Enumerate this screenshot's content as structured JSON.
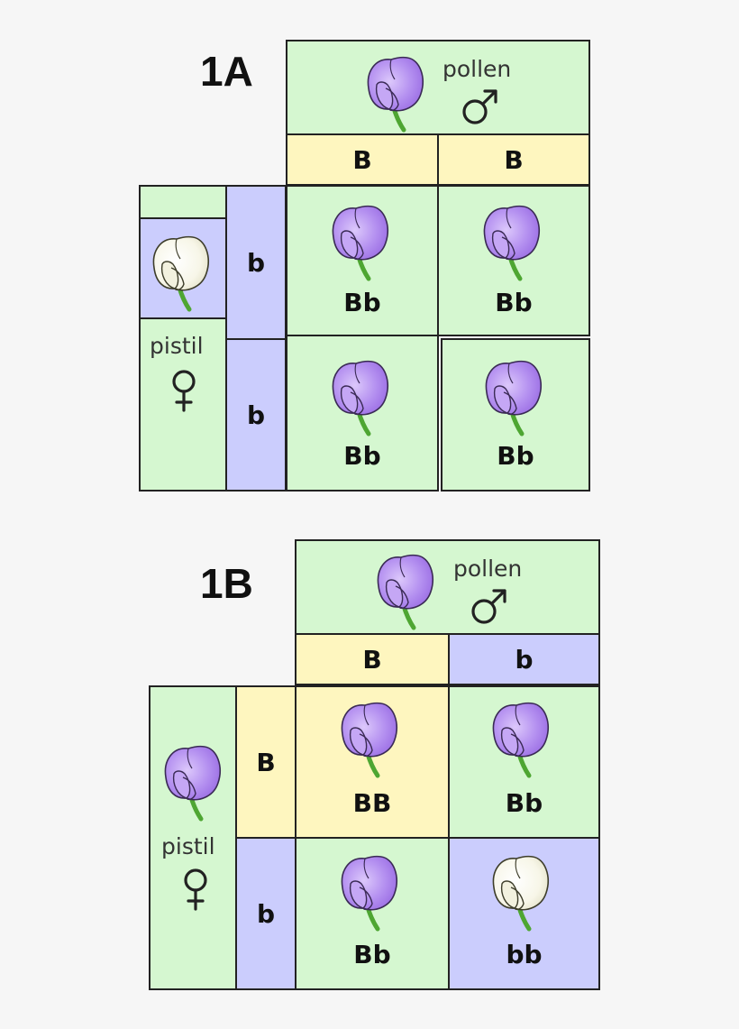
{
  "panelA": {
    "title": "1A",
    "pollen_label": "pollen",
    "pistil_label": "pistil",
    "pollen_alleles": [
      "B",
      "B"
    ],
    "pistil_alleles": [
      "b",
      "b"
    ],
    "offspring": [
      "Bb",
      "Bb",
      "Bb",
      "Bb"
    ],
    "male_parent_flower": "purple-flower-icon",
    "female_parent_flower": "white-flower-icon"
  },
  "panelB": {
    "title": "1B",
    "pollen_label": "pollen",
    "pistil_label": "pistil",
    "pollen_alleles": [
      "B",
      "b"
    ],
    "pistil_alleles": [
      "B",
      "b"
    ],
    "offspring": [
      "BB",
      "Bb",
      "Bb",
      "bb"
    ],
    "male_parent_flower": "purple-flower-icon",
    "female_parent_flower": "purple-flower-icon"
  },
  "colors": {
    "green": "#d5f7d0",
    "yellow": "#fef6bf",
    "blue": "#cbcdfd",
    "purple_petal": "#b48ef0",
    "white_petal": "#fafaf0"
  }
}
